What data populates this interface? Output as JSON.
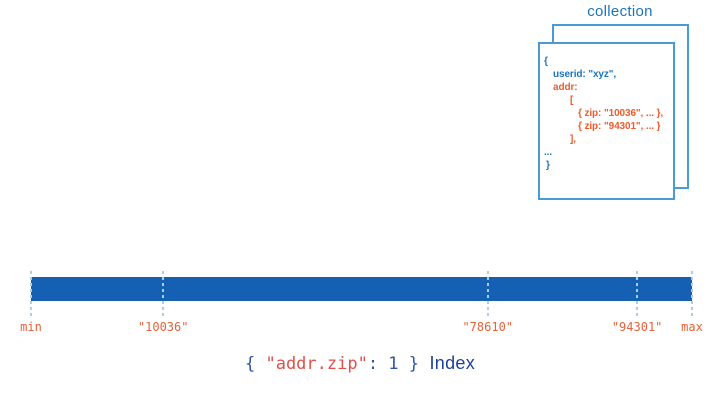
{
  "palette": {
    "bar_blue": "#1560b2",
    "tick_blue": "#a9d0ea",
    "card_border": "#4a9ad6",
    "blue_text": "#1b75bc",
    "orange_text": "#f15a29",
    "label_orange": "#e2633c",
    "caption_red": "#e14f48",
    "caption_blue": "#2d55a8",
    "index_blue": "#1e419e"
  },
  "collection": {
    "title": "collection",
    "document_lines": [
      {
        "text": "{",
        "color": "blue",
        "indent": 4
      },
      {
        "text": "userid: \"xyz\",",
        "color": "blue",
        "indent": 13
      },
      {
        "text": "addr:",
        "color": "orange",
        "indent": 13
      },
      {
        "text": "[",
        "color": "orange",
        "indent": 30
      },
      {
        "text": "{ zip: \"10036\", ... },",
        "color": "orange",
        "indent": 38
      },
      {
        "text": "{ zip: \"94301\", ... }",
        "color": "orange",
        "indent": 38
      },
      {
        "text": "],",
        "color": "orange",
        "indent": 30
      },
      {
        "text": "...",
        "color": "blue",
        "indent": 4
      },
      {
        "text": "}",
        "color": "blue",
        "indent": 6
      }
    ]
  },
  "index_bar": {
    "ticks": [
      {
        "label": "min",
        "position_pct": 0
      },
      {
        "label": "\"10036\"",
        "position_pct": 20
      },
      {
        "label": "\"78610\"",
        "position_pct": 69.1
      },
      {
        "label": "\"94301\"",
        "position_pct": 91.7
      },
      {
        "label": "max",
        "position_pct": 100
      }
    ]
  },
  "caption": {
    "code_open": "{ ",
    "code_key": "\"addr.zip\"",
    "code_rest": ": 1 }",
    "label": "Index"
  }
}
